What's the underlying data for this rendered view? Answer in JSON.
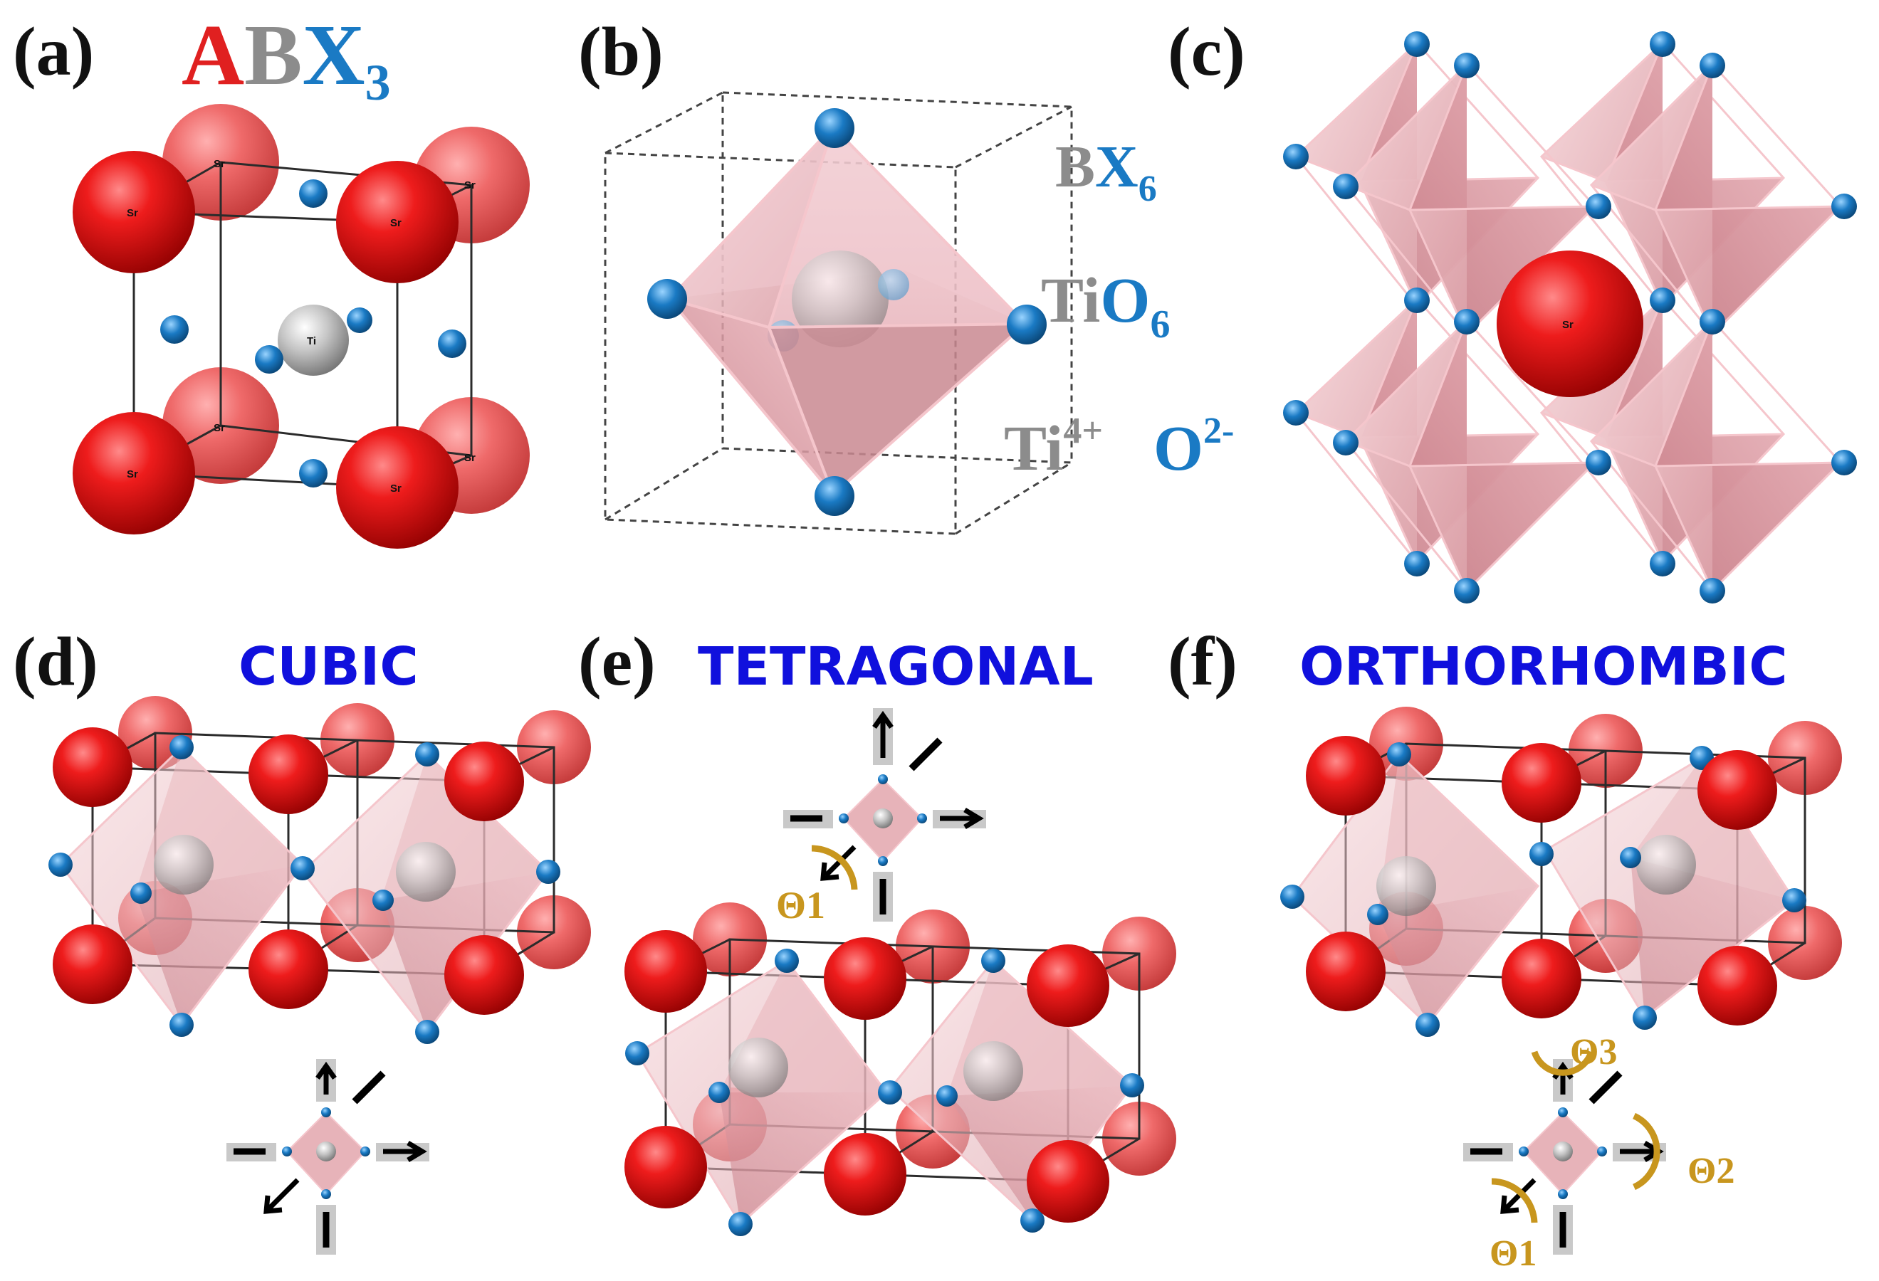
{
  "panels": {
    "a": {
      "label": "(a)",
      "formula": {
        "A": "A",
        "B": "B",
        "X": "X",
        "sub": "3"
      },
      "A_atom": "Sr",
      "B_atom": "Ti"
    },
    "b": {
      "label": "(b)",
      "octahedron": {
        "main": "BX",
        "sub": "6"
      },
      "tio6": {
        "main": "TiO",
        "sub": "6"
      },
      "cation": {
        "main": "Ti",
        "sup": "4+"
      },
      "anion": {
        "main": "O",
        "sup": "2-"
      }
    },
    "c": {
      "label": "(c)",
      "center_atom": "Sr"
    },
    "d": {
      "label": "(d)",
      "title": "CUBIC"
    },
    "e": {
      "label": "(e)",
      "title": "TETRAGONAL",
      "angle": "Θ1"
    },
    "f": {
      "label": "(f)",
      "title": "ORTHORHOMBIC",
      "angles": [
        "Θ3",
        "Θ2",
        "Θ1"
      ]
    }
  },
  "colors": {
    "A_site": "#e02020",
    "B_site": "#8c8c8c",
    "X_site": "#1a7ac4",
    "title_blue": "#1010dd",
    "angle_gold": "#c8961e",
    "octahedron_fill": "#e8a0a8"
  }
}
